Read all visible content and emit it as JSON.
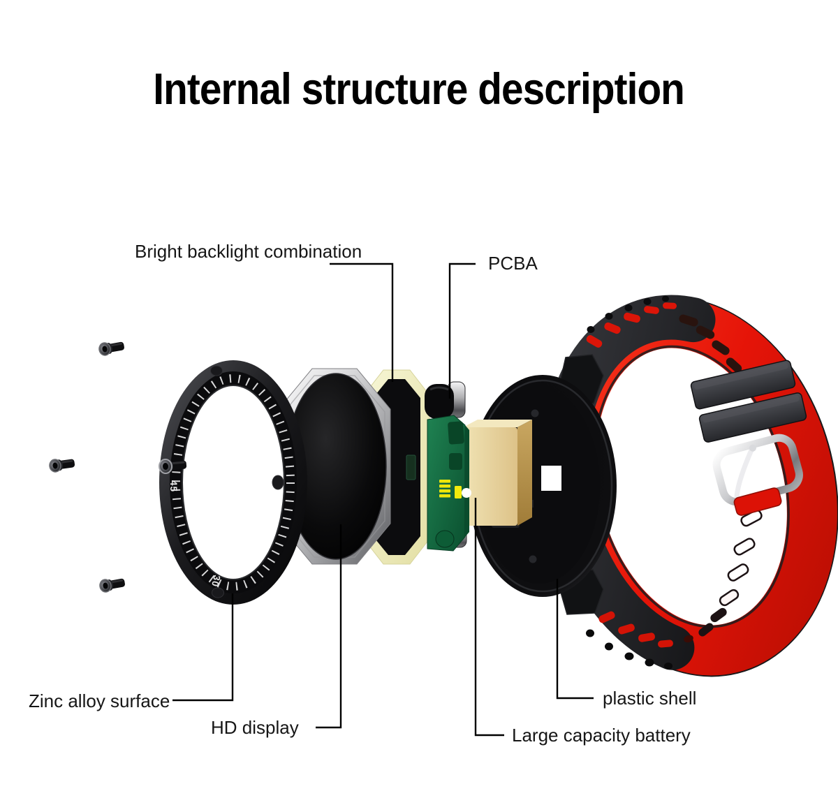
{
  "page": {
    "title": "Internal structure description",
    "background": "#ffffff"
  },
  "labels": {
    "backlight": "Bright backlight combination",
    "pcba": "PCBA",
    "zinc": "Zinc alloy surface",
    "display": "HD display",
    "shell": "plastic shell",
    "battery": "Large capacity battery"
  },
  "bezel": {
    "num_45": "45",
    "num_30": "30"
  },
  "colors": {
    "band_red": "#e51408",
    "strap_black": "#141517",
    "pcb_green": "#136740",
    "battery_gold": "#e5d098",
    "backlight_cream": "#f1efc4",
    "gloss_black": "#0d0d0f",
    "metal_silver": "#d4d4d6",
    "label_text": "#161616"
  }
}
